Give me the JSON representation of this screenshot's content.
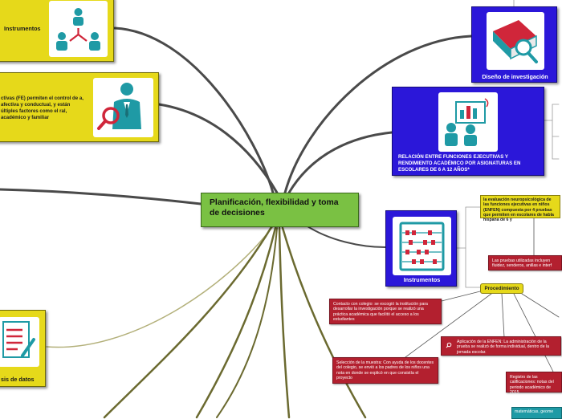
{
  "central": {
    "title": "Planificación, flexibilidad y toma de decisiones"
  },
  "top_left_card": {
    "label": "Instrumentos",
    "icon": "people-network-icon"
  },
  "definition_card": {
    "text": "ctivas (FE) permiten el control de a, afectiva y conductual, y están últiples factores como el ral, académico y familiar",
    "icon": "magnifier-person-icon"
  },
  "analysis_card": {
    "label": "sis de datos",
    "icon": "checklist-icon"
  },
  "design_card": {
    "label": "Diseño de investigación",
    "icon": "book-magnifier-icon"
  },
  "relation_card": {
    "label": "RELACIÓN ENTRE FUNCIONES EJECUTIVAS Y RENDIMIENTO ACADÉMICO POR ASIGNATURAS EN ESCOLARES DE 6 A 12 AÑOS*",
    "icon": "presentation-icon"
  },
  "instruments_card": {
    "label": "Instrumentos",
    "icon": "abacus-icon"
  },
  "notes": {
    "enfen": "la evaluación neuropsicológica de las funciones ejecutivas en niños (ENFEN) compuesta por 4 pruebas que permiten en escolares de habla hispana de 6 y",
    "pruebas": "Las pruebas utilizadas incluyen fluidez, senderos, anillas e interf",
    "procedimiento": "Procedimiento",
    "contacto": "Contacto con colegio: se escogió la institución para desarrollar la investigación porque se realizó una práctica académica que facilitó el acceso a los estudiantes",
    "aplicacion": "Aplicación de la ENFEN: La administración de la prueba se realizó de forma individual, dentro de la jornada escolar.",
    "seleccion": "Selección de la muestra: Con ayuda de los docentes del colegio, se envió a los padres de los niños una nota en donde se explicó en que consistía el proyecto",
    "registro": "Registro de las calificaciones: notas del periodo académico de 2015",
    "materias": "matemáticas, geome"
  },
  "colors": {
    "central_fill": "#7ac143",
    "yellow": "#e6d91a",
    "blue": "#2b17d9",
    "red": "#b3202f",
    "teal": "#1f9aa5",
    "branch": "#4a4a4a"
  }
}
